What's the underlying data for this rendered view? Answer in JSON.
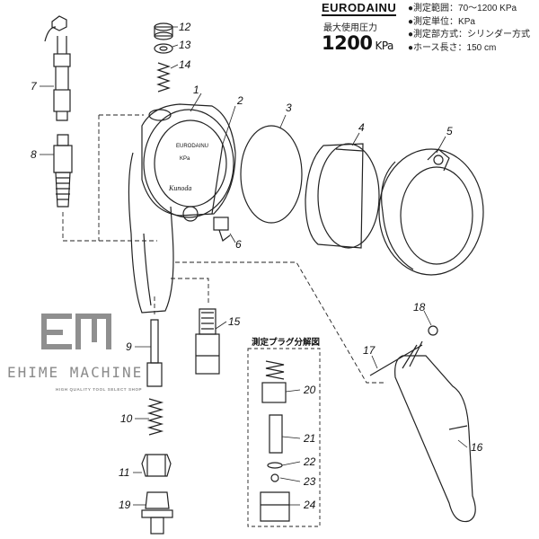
{
  "spec_panel": {
    "brand": "EURODAINU",
    "max_pressure_label": "最大使用圧力",
    "max_pressure_value": "1200",
    "max_pressure_unit": "KPa",
    "specs": [
      "●測定範囲：70〜1200 KPa",
      "●測定単位：KPa",
      "●測定部方式：シリンダー方式",
      "●ホース長さ：150 cm"
    ]
  },
  "watermark": {
    "name": "EHIME MACHINE",
    "tagline": "HIGH QUALITY TOOL SELECT SHOP"
  },
  "gauge_face": {
    "brand": "EURODAINU",
    "units": "KPa",
    "model": "Kunoda"
  },
  "plug_box_title": "測定プラグ分解図",
  "callouts": [
    "1",
    "2",
    "3",
    "4",
    "5",
    "6",
    "7",
    "8",
    "9",
    "10",
    "11",
    "12",
    "13",
    "14",
    "15",
    "16",
    "17",
    "18",
    "19",
    "20",
    "21",
    "22",
    "23",
    "24"
  ]
}
